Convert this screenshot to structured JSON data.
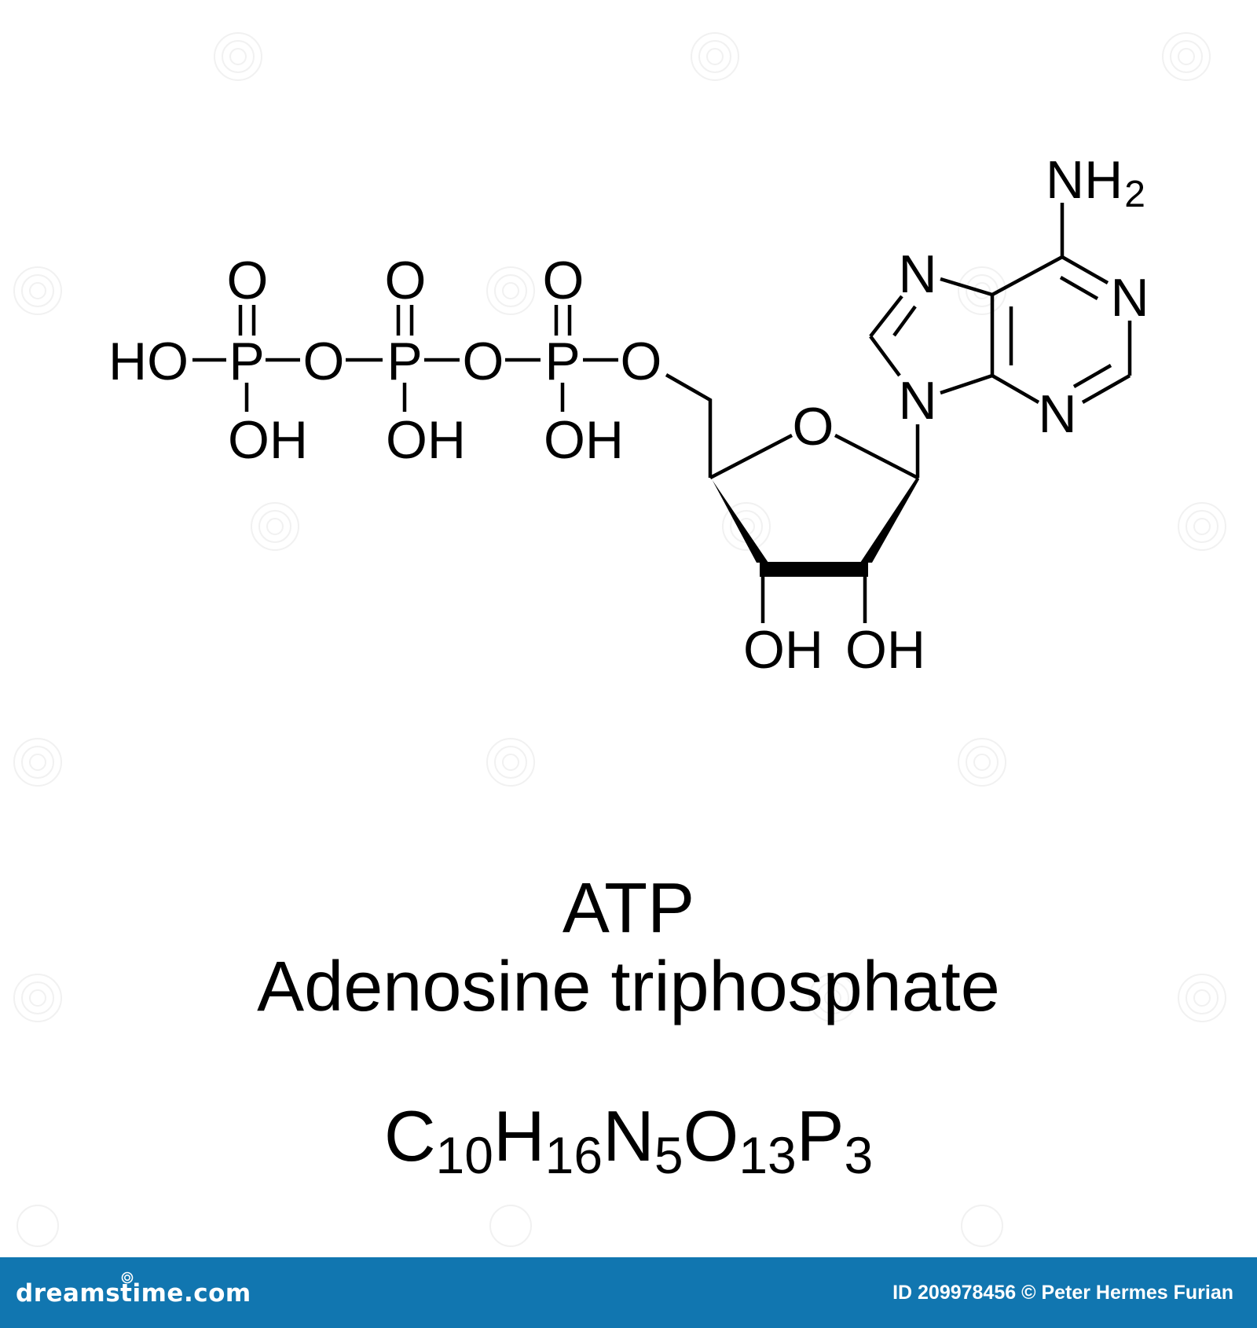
{
  "molecule": {
    "phosphate_chain": {
      "terminal_hydroxyl": "HO",
      "phosphorus": [
        "P",
        "P",
        "P"
      ],
      "double_bonded_oxygen": [
        "O",
        "O",
        "O"
      ],
      "bridging_oxygen": [
        "O",
        "O"
      ],
      "ester_oxygen": "O",
      "hydroxyls": [
        "OH",
        "OH",
        "OH"
      ]
    },
    "ribose": {
      "ring_oxygen": "O",
      "hydroxyl_left": "OH",
      "hydroxyl_right": "OH"
    },
    "adenine": {
      "amine_main": "NH",
      "amine_subscript": "2",
      "n1": "N",
      "n3": "N",
      "n7": "N",
      "n9": "N"
    }
  },
  "labels": {
    "abbreviation": "ATP",
    "full_name": "Adenosine triphosphate"
  },
  "formula": {
    "parts": [
      {
        "element": "C",
        "count": "10"
      },
      {
        "element": "H",
        "count": "16"
      },
      {
        "element": "N",
        "count": "5"
      },
      {
        "element": "O",
        "count": "13"
      },
      {
        "element": "P",
        "count": "3"
      }
    ]
  },
  "footer": {
    "logo_text": "dreamstime.com",
    "credit": "ID 209978456 © Peter Hermes Furian",
    "background_color": "#1176b0"
  }
}
